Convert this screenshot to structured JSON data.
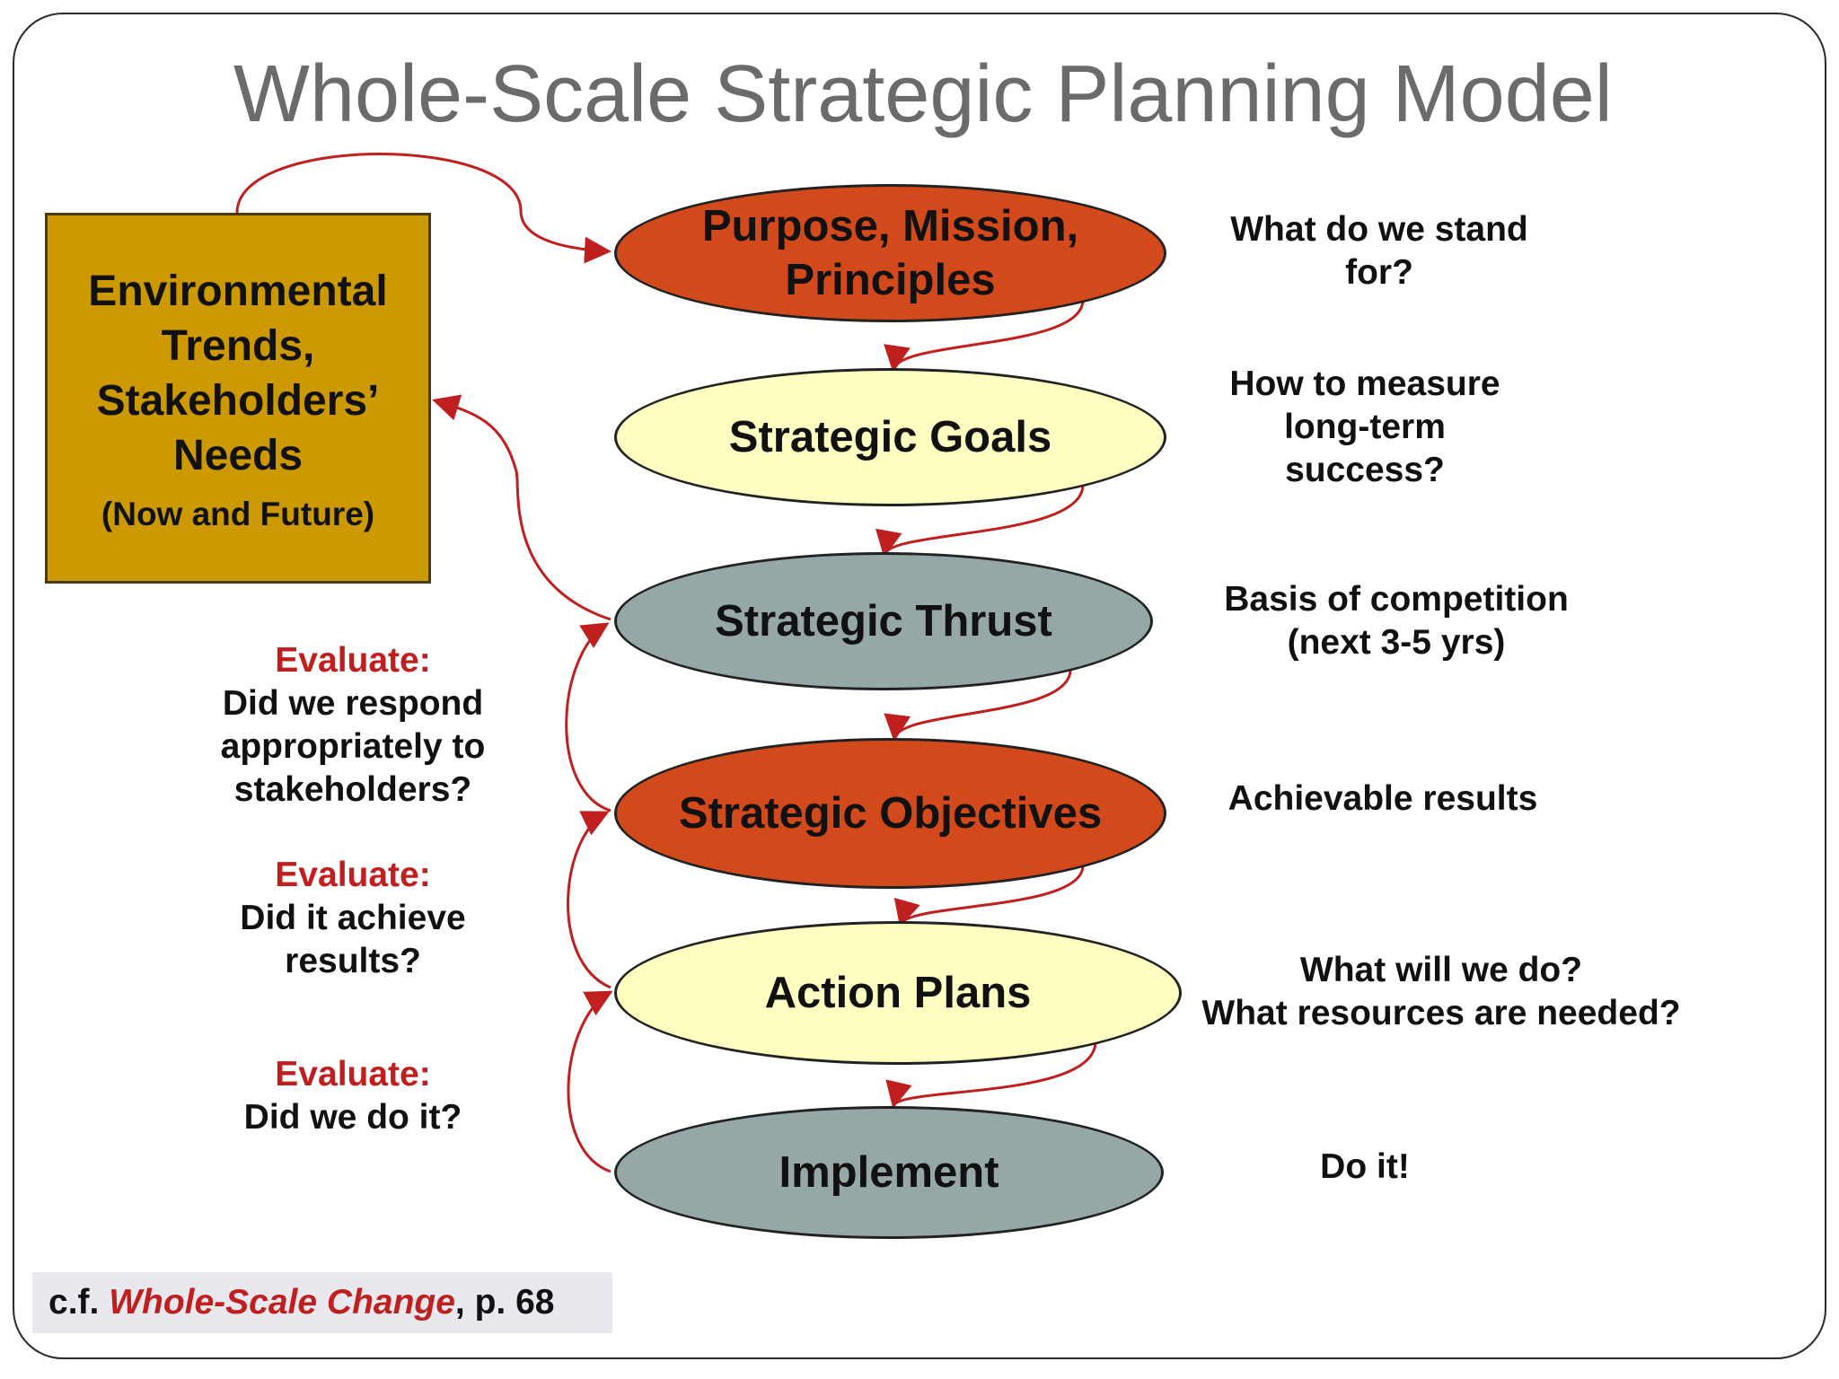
{
  "title": "Whole-Scale Strategic Planning Model",
  "environment_box": {
    "lines": [
      "Environmental",
      "Trends,",
      "Stakeholders’",
      "Needs"
    ],
    "subtitle": "(Now and Future)"
  },
  "stages": [
    {
      "line1": "Purpose, Mission,",
      "line2": "Principles",
      "color": "#d2491b"
    },
    {
      "line1": "Strategic Goals",
      "line2": "",
      "color": "#ffffc2"
    },
    {
      "line1": "Strategic Thrust",
      "line2": "",
      "color": "#96a7a7"
    },
    {
      "line1": "Strategic Objectives",
      "line2": "",
      "color": "#d2491b"
    },
    {
      "line1": "Action Plans",
      "line2": "",
      "color": "#ffffc2"
    },
    {
      "line1": "Implement",
      "line2": "",
      "color": "#96a7a7"
    }
  ],
  "questions": [
    {
      "line1": "What do we stand",
      "line2": "for?",
      "line3": ""
    },
    {
      "line1": "How to measure",
      "line2": "long-term",
      "line3": "success?"
    },
    {
      "line1": "Basis of competition",
      "line2": "(next 3-5 yrs)",
      "line3": ""
    },
    {
      "line1": "Achievable results",
      "line2": "",
      "line3": ""
    },
    {
      "line1": "What will we do?",
      "line2": "What resources are needed?",
      "line3": ""
    },
    {
      "line1": "Do it!",
      "line2": "",
      "line3": ""
    }
  ],
  "evaluations": [
    {
      "label": "Evaluate:",
      "line1": "Did we respond",
      "line2": "appropriately to",
      "line3": "stakeholders?"
    },
    {
      "label": "Evaluate:",
      "line1": "Did it achieve",
      "line2": "results?",
      "line3": ""
    },
    {
      "label": "Evaluate:",
      "line1": "Did we do it?",
      "line2": "",
      "line3": ""
    }
  ],
  "citation": {
    "prefix": "c.f. ",
    "book": "Whole-Scale Change",
    "suffix": ", p. 68"
  },
  "colors": {
    "arrow": "#c01f1f",
    "title": "#6b6b6b",
    "env_box": "#cc9900"
  }
}
